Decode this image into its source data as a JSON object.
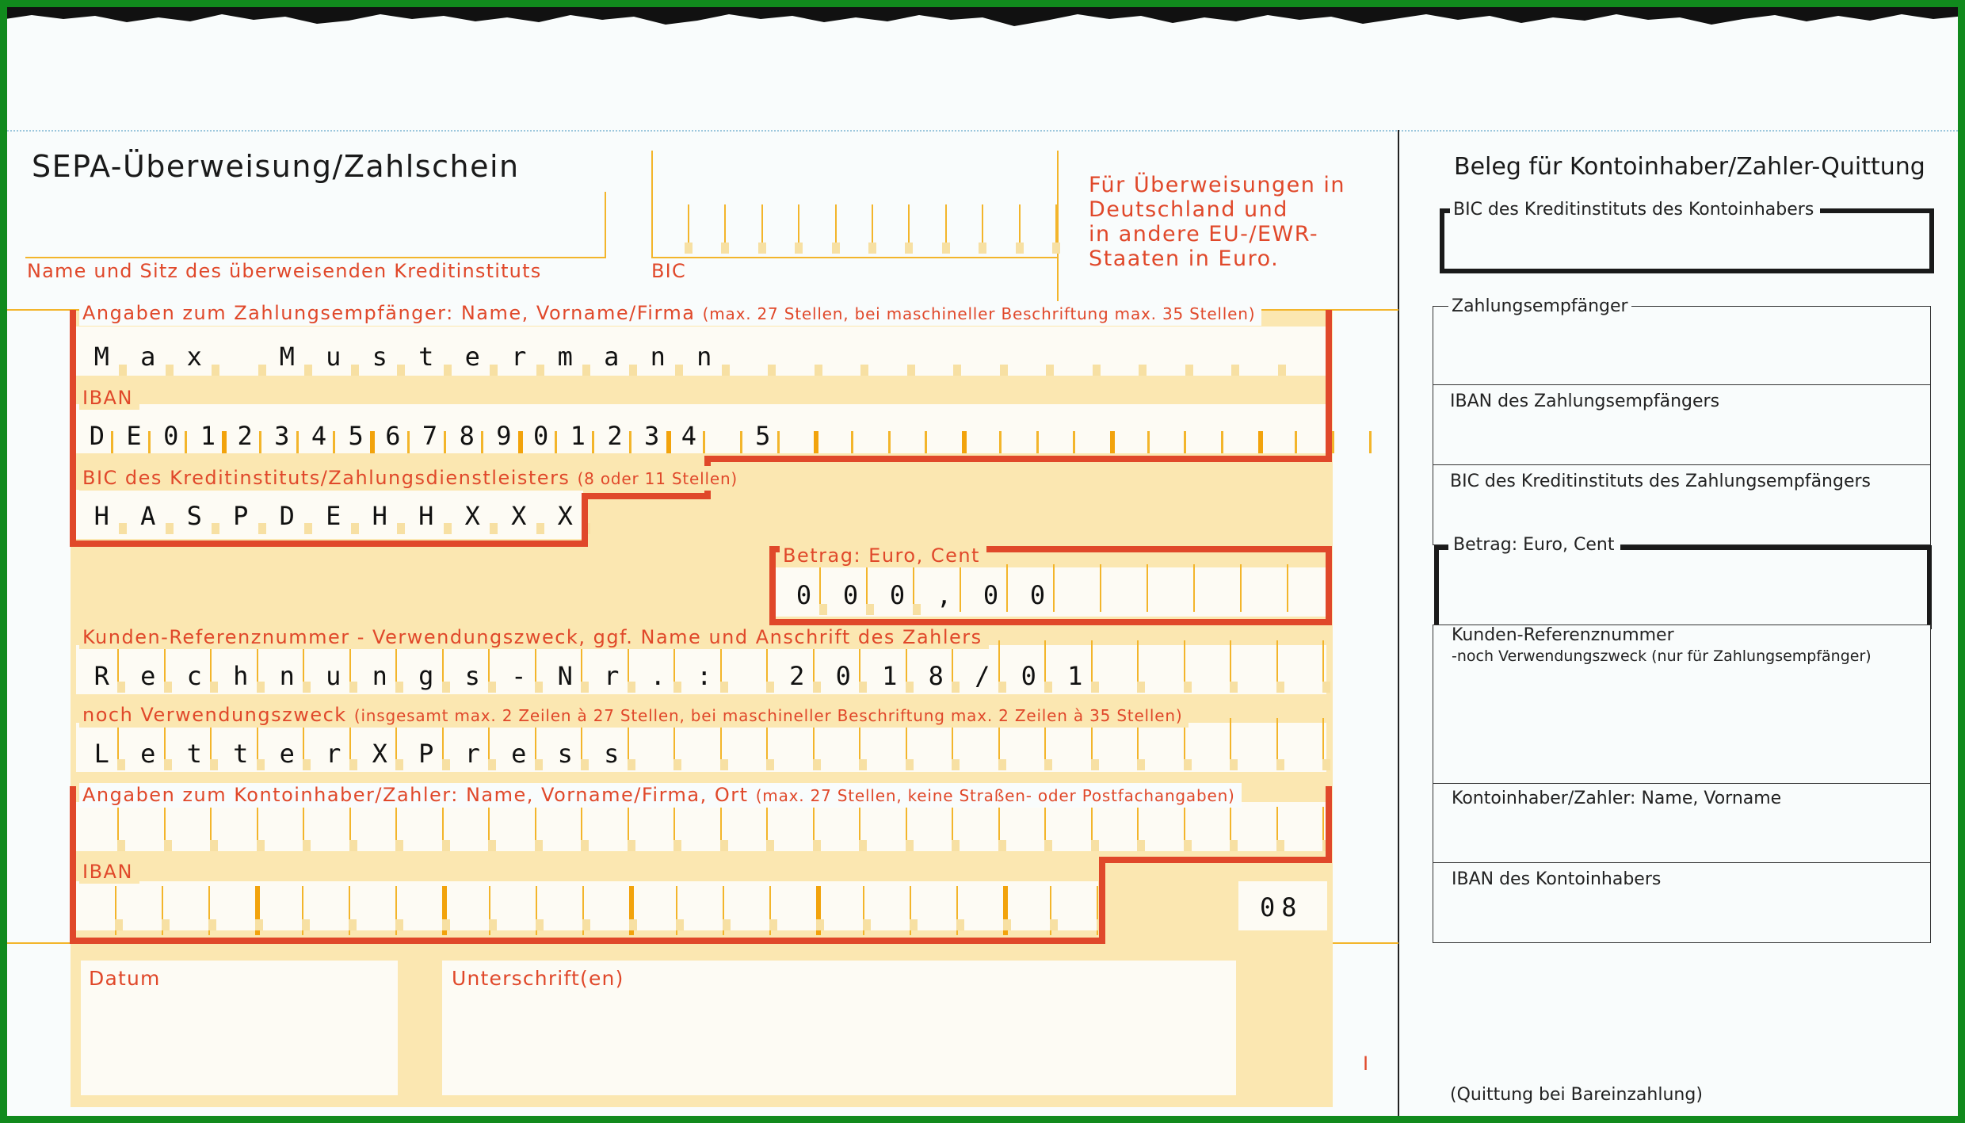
{
  "form": {
    "title": "SEPA-Überweisung/Zahlschein",
    "bank_label": "Name und Sitz des überweisenden Kreditinstituts",
    "bic_label": "BIC",
    "notice_lines": [
      "Für Überweisungen in",
      "Deutschland und",
      "in andere EU-/EWR-",
      "Staaten in Euro."
    ],
    "payee": {
      "label": "Angaben zum Zahlungsempfänger: Name, Vorname/Firma",
      "label_note": "(max. 27 Stellen, bei maschineller Beschriftung max. 35 Stellen)",
      "value": "Max Mustermann"
    },
    "iban": {
      "label": "IBAN",
      "value": "DE012345678901234 5"
    },
    "bic": {
      "label": "BIC des Kreditinstituts/Zahlungsdienstleisters",
      "label_note": "(8 oder 11 Stellen)",
      "value": "HASPDEHHXXX"
    },
    "amount": {
      "label": "Betrag: Euro, Cent",
      "value": "000,00"
    },
    "reference": {
      "label": "Kunden-Referenznummer - Verwendungszweck, ggf. Name und Anschrift des Zahlers",
      "value": "Rechnungs-Nr.: 2018/01"
    },
    "purpose2": {
      "label": "noch Verwendungszweck",
      "label_note": "(insgesamt max. 2 Zeilen à 27 Stellen, bei maschineller Beschriftung max. 2 Zeilen à 35 Stellen)",
      "value": "LetterXPress"
    },
    "payer": {
      "label": "Angaben zum Kontoinhaber/Zahler: Name, Vorname/Firma, Ort",
      "label_note": "(max. 27 Stellen, keine Straßen- oder Postfachangaben)",
      "iban_label": "IBAN",
      "code": "08"
    },
    "date_label": "Datum",
    "signature_label": "Unterschrift(en)",
    "mark": "I"
  },
  "receipt": {
    "title": "Beleg für Kontoinhaber/Zahler-Quittung",
    "bic_holder": "BIC des Kreditinstituts des Kontoinhabers",
    "payee": "Zahlungsempfänger",
    "iban_payee": "IBAN des Zahlungsempfängers",
    "bic_payee": "BIC des Kreditinstituts des Zahlungsempfängers",
    "amount": "Betrag: Euro, Cent",
    "reference": "Kunden-Referenznummer",
    "reference_note": "-noch Verwendungszweck (nur für Zahlungsempfänger)",
    "payer": "Kontoinhaber/Zahler: Name, Vorname",
    "iban_holder": "IBAN des Kontoinhabers",
    "footer": "(Quittung bei Bareinzahlung)"
  },
  "colors": {
    "frame": "#118a1d",
    "accent": "#e0482a",
    "field_bg": "#fbe7b1",
    "tick": "#f3b52b"
  }
}
